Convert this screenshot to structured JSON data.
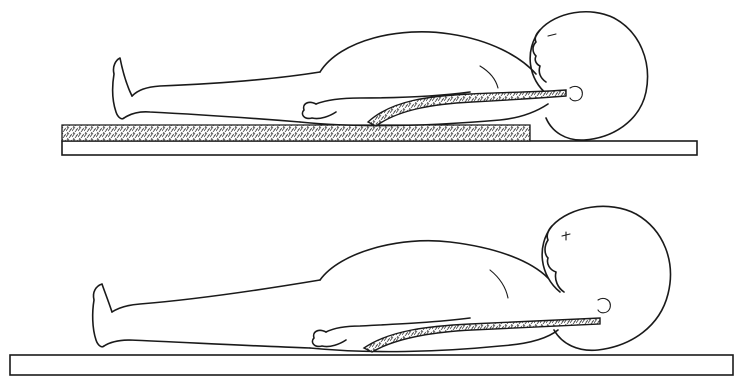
{
  "figure": {
    "panels": [
      {
        "id": "top",
        "support": "board-with-padding"
      },
      {
        "id": "bottom",
        "support": "board-only"
      }
    ],
    "colors": {
      "ink": "#1a1a1a",
      "background": "#ffffff",
      "texture": "#555555"
    }
  }
}
